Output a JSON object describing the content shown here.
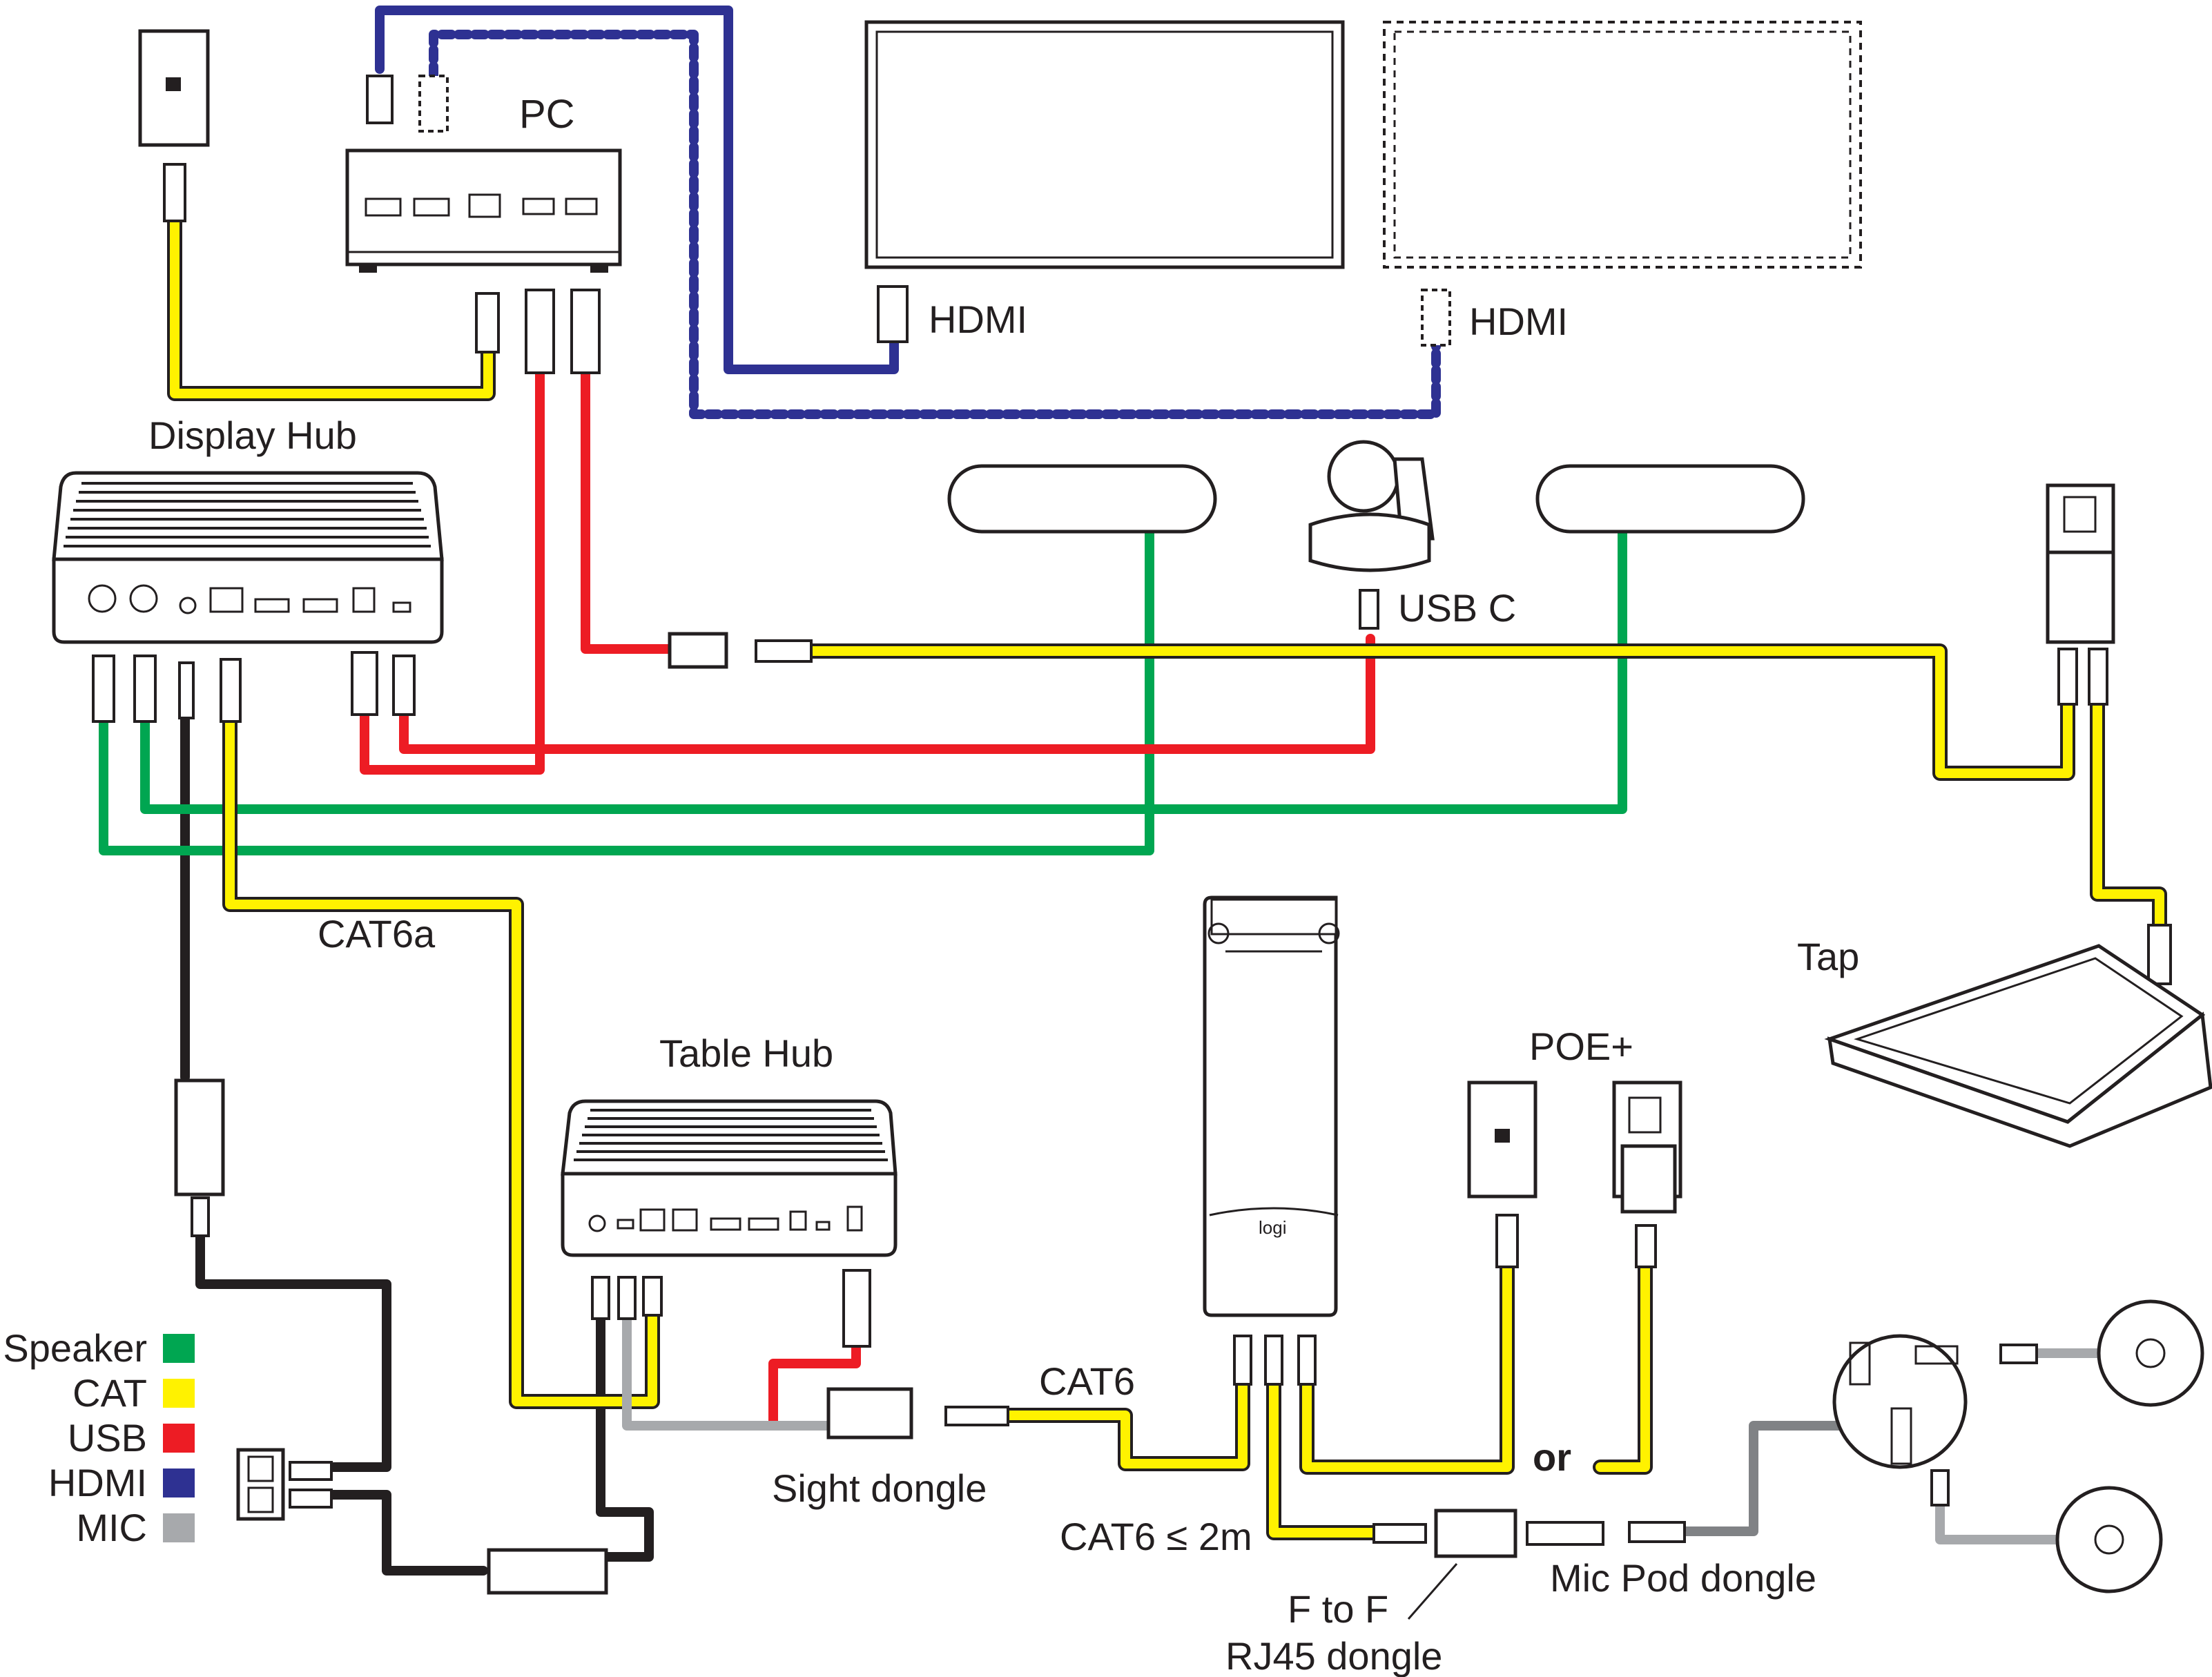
{
  "labels": {
    "pc": "PC",
    "hdmi_1": "HDMI",
    "hdmi_2": "HDMI",
    "display_hub": "Display Hub",
    "usb_c": "USB C",
    "cat6a": "CAT6a",
    "table_hub": "Table Hub",
    "poe_plus": "POE+",
    "tap": "Tap",
    "cat6": "CAT6",
    "sight_dongle": "Sight dongle",
    "cat6_short": "CAT6 ≤ 2m",
    "or": "or",
    "f_to_f_line1": "F to F",
    "f_to_f_line2": "RJ45 dongle",
    "mic_pod_dongle": "Mic Pod dongle",
    "logi": "logi"
  },
  "legend": [
    {
      "label": "Speaker",
      "color": "#00a651"
    },
    {
      "label": "CAT",
      "color": "#fff200"
    },
    {
      "label": "USB",
      "color": "#ed1c24"
    },
    {
      "label": "HDMI",
      "color": "#2e3192"
    },
    {
      "label": "MIC",
      "color": "#a7a9ac"
    }
  ],
  "colors": {
    "speaker": "#00a651",
    "cat": "#fff200",
    "usb": "#ed1c24",
    "hdmi": "#2e3192",
    "mic": "#a7a9ac",
    "power": "#231f20"
  }
}
